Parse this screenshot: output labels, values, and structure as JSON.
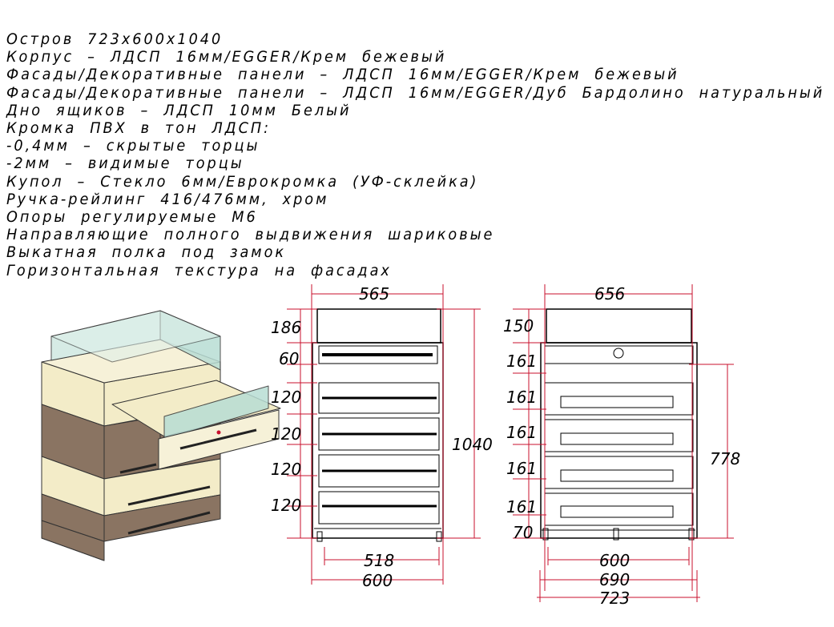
{
  "spec": {
    "lines": [
      "Остров 723х600х1040",
      "Корпус – ЛДСП 16мм/EGGER/Крем бежевый",
      "Фасады/Декоративные панели – ЛДСП 16мм/EGGER/Крем бежевый",
      "Фасады/Декоративные панели – ЛДСП 16мм/EGGER/Дуб Бардолино натуральный",
      "Дно ящиков – ЛДСП 10мм Белый",
      "Кромка ПВХ в тон ЛДСП:",
      "-0,4мм – скрытые торцы",
      "-2мм – видимые торцы",
      "Купол – Стекло 6мм/Еврокромка (УФ-склейка)",
      "Ручка-рейлинг 416/476мм, хром",
      "Опоры регулируемые М6",
      "Направляющие полного выдвижения шариковые",
      "Выкатная полка под замок",
      "Горизонтальная текстура на фасадах"
    ]
  },
  "side_view": {
    "top_width": "565",
    "height_labels": [
      "186",
      "60",
      "120",
      "120",
      "120",
      "120"
    ],
    "total_height": "1040",
    "inner_width": "518",
    "outer_width": "600"
  },
  "front_view": {
    "top_width": "656",
    "height_labels": [
      "150",
      "161",
      "161",
      "161",
      "161",
      "161",
      "70"
    ],
    "span_height": "778",
    "inner_width": "600",
    "mid_width": "690",
    "outer_width": "723"
  },
  "colors": {
    "dimension": "#c8102e",
    "cream": "#f3ecc8",
    "oak": "#8a7462",
    "glass": "#b8ddd4"
  }
}
